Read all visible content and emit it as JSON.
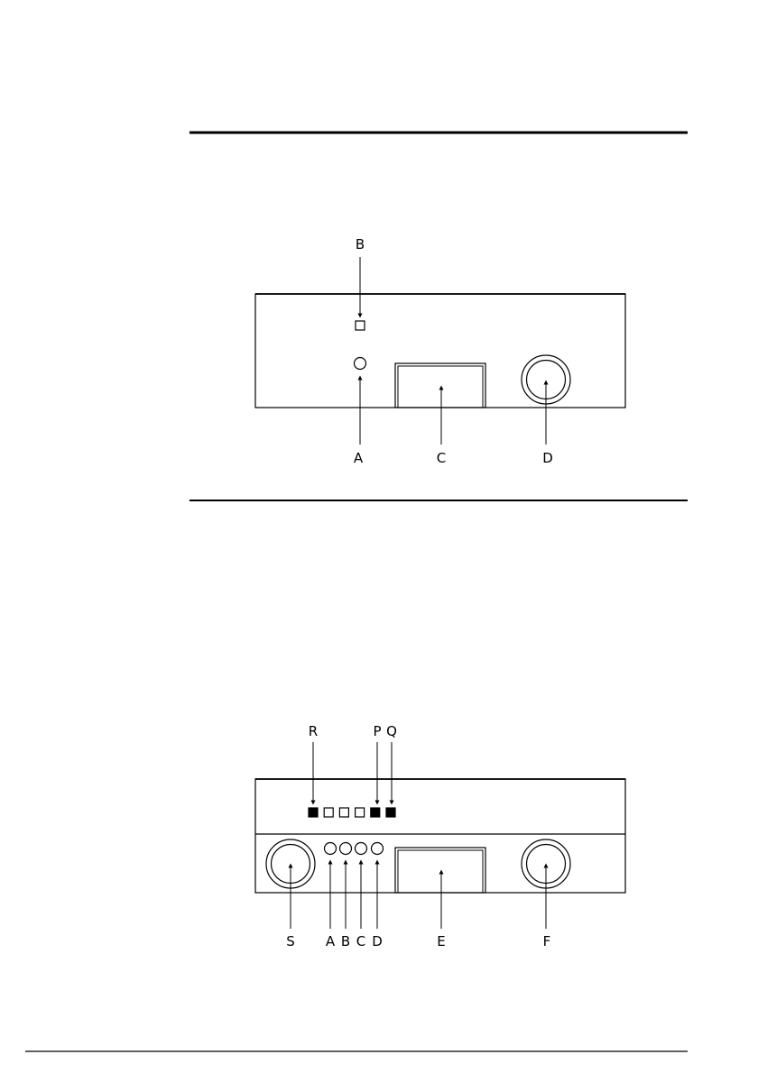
{
  "colors": {
    "ink": "#000000",
    "paper": "#ffffff"
  },
  "figure_1": {
    "labels": {
      "b": "B",
      "a": "A",
      "c": "C",
      "d": "D"
    }
  },
  "figure_2": {
    "labels": {
      "r": "R",
      "p": "P",
      "q": "Q",
      "s": "S",
      "a": "A",
      "b": "B",
      "c": "C",
      "d": "D",
      "e": "E",
      "f": "F"
    },
    "indicator_squares": [
      {
        "filled": true
      },
      {
        "filled": false
      },
      {
        "filled": false
      },
      {
        "filled": false
      },
      {
        "filled": true
      },
      {
        "filled": true
      }
    ]
  }
}
